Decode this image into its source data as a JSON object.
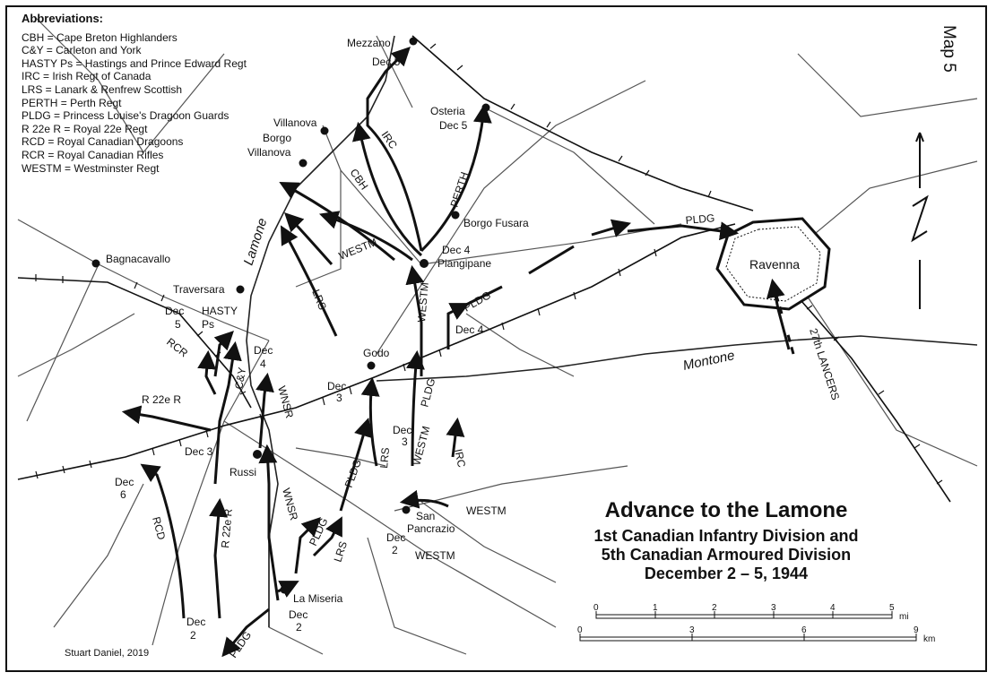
{
  "map_number": "Map 5",
  "abbreviations": {
    "heading": "Abbreviations:",
    "items": [
      "CBH = Cape Breton Highlanders",
      "C&Y = Carleton and York",
      "HASTY Ps = Hastings and Prince Edward Regt",
      "IRC = Irish Regt of Canada",
      "LRS = Lanark & Renfrew Scottish",
      "PERTH = Perth Regt",
      "PLDG = Princess Louise's Dragoon Guards",
      "R 22e R = Royal 22e Regt",
      "RCD = Royal Canadian Dragoons",
      "RCR = Royal Canadian Rifles",
      "WESTM = Westminster Regt"
    ]
  },
  "title": {
    "main": "Advance to the Lamone",
    "line2": "1st Canadian Infantry Division and",
    "line3": "5th Canadian Armoured Division",
    "line4": "December 2 – 5, 1944"
  },
  "credit": "Stuart Daniel, 2019",
  "places": {
    "mezzano": "Mezzano",
    "osteria": "Osteria",
    "villanova": "Villanova",
    "borgo_villanova_1": "Borgo",
    "borgo_villanova_2": "Villanova",
    "borgo_fusara": "Borgo Fusara",
    "piangipane": "Piangipane",
    "bagnacavallo": "Bagnacavallo",
    "traversara": "Traversara",
    "godo": "Godo",
    "russi": "Russi",
    "san_pancrazio_1": "San",
    "san_pancrazio_2": "Pancrazio",
    "la_miseria": "La Miseria",
    "ravenna": "Ravenna"
  },
  "rivers": {
    "lamone": "Lamone",
    "montone": "Montone"
  },
  "units": {
    "irc": "IRC",
    "cbh": "CBH",
    "perth": "PERTH",
    "westm": "WESTM",
    "lrs": "LRS",
    "pldg": "PLDG",
    "cy": "C&Y",
    "wnsr": "WNSR",
    "rcr": "RCR",
    "r22er": "R 22e R",
    "rcd": "RCD",
    "hasty": "HASTY",
    "ps": "Ps",
    "lancers": "27th LANCERS"
  },
  "dates": {
    "dec5": "Dec 5",
    "dec4": "Dec 4",
    "dec3": "Dec 3",
    "dec2": "Dec 2",
    "dec": "Dec",
    "d2": "2",
    "d3": "3",
    "d4": "4",
    "d5": "5",
    "d6": "6"
  },
  "scale_bar": {
    "miles": {
      "ticks": [
        "0",
        "1",
        "2",
        "3",
        "4",
        "5"
      ],
      "unit": "mi"
    },
    "km": {
      "ticks": [
        "0",
        "3",
        "6",
        "9"
      ],
      "unit": "km"
    }
  }
}
